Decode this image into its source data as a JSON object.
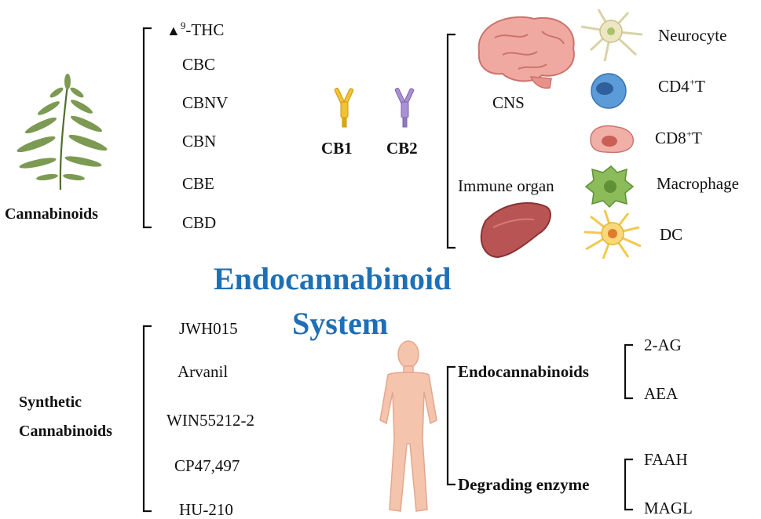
{
  "title": {
    "line1": "Endocannabinoid",
    "line2": "System"
  },
  "cannabinoids": {
    "label": "Cannabinoids",
    "items": [
      "▲",
      "9",
      "-THC",
      "CBC",
      "CBNV",
      "CBN",
      "CBE",
      "CBD"
    ]
  },
  "receptors": {
    "cb1": "CB1",
    "cb2": "CB2"
  },
  "organs": {
    "cns": "CNS",
    "immune": "Immune organ"
  },
  "cells": {
    "neurocyte": "Neurocyte",
    "cd4_base": "CD4",
    "cd4_sup": "+",
    "cd4_t": "T",
    "cd8_base": "CD8",
    "cd8_sup": "+",
    "cd8_t": "T",
    "macrophage": "Macrophage",
    "dc": "DC"
  },
  "synthetic": {
    "label_line1": "Synthetic",
    "label_line2": "Cannabinoids",
    "items": [
      "JWH015",
      "Arvanil",
      "WIN55212-2",
      "CP47,497",
      "HU-210"
    ]
  },
  "endocannabinoids": {
    "label": "Endocannabinoids",
    "items": [
      "2-AG",
      "AEA"
    ]
  },
  "degrading": {
    "label": "Degrading enzyme",
    "items": [
      "FAAH",
      "MAGL"
    ]
  },
  "colors": {
    "title": "#1f6fb5",
    "bracket": "#111111"
  }
}
